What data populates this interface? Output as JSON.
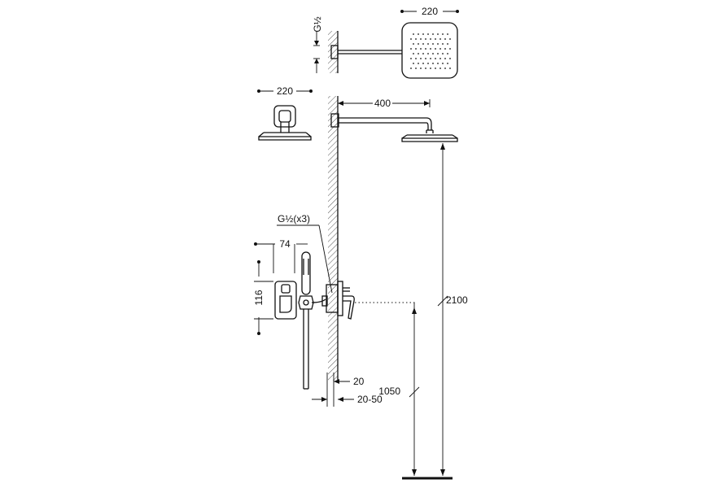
{
  "dimensions": {
    "top_head_width": "220",
    "side_head_width": "220",
    "thread_top": "G½",
    "arm_length": "400",
    "thread_inlets": "G½(x3)",
    "mixer_width": "74",
    "mixer_height": "116",
    "total_height": "2100",
    "mixer_height_from_floor": "1050",
    "wall_projection": "20",
    "wall_depth_range": "20-50"
  }
}
